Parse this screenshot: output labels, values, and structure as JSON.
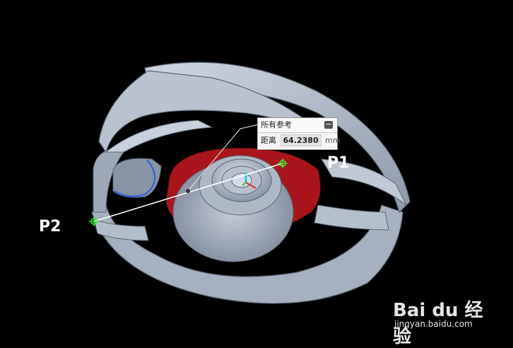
{
  "measure_popup": {
    "title": "所有参考",
    "collapse_symbol": "−",
    "distance_label": "距离",
    "distance_value": "64.2380",
    "unit": "mm"
  },
  "points": {
    "p1": "P1",
    "p2": "P2"
  },
  "watermark": {
    "brand": "Bai du 经验",
    "url": "jingyan.baidu.com"
  },
  "colors": {
    "background": "#000000",
    "model_gray": "#aab4c2",
    "section_red": "#a8161c",
    "measure_line": "#ffffff",
    "point_marker": "#33ff33",
    "sketch_blue": "#2a5fd8"
  },
  "icons": {
    "point_marker": "crosshair-icon",
    "collapse": "minus-icon",
    "brand_logo": "paw-icon"
  }
}
